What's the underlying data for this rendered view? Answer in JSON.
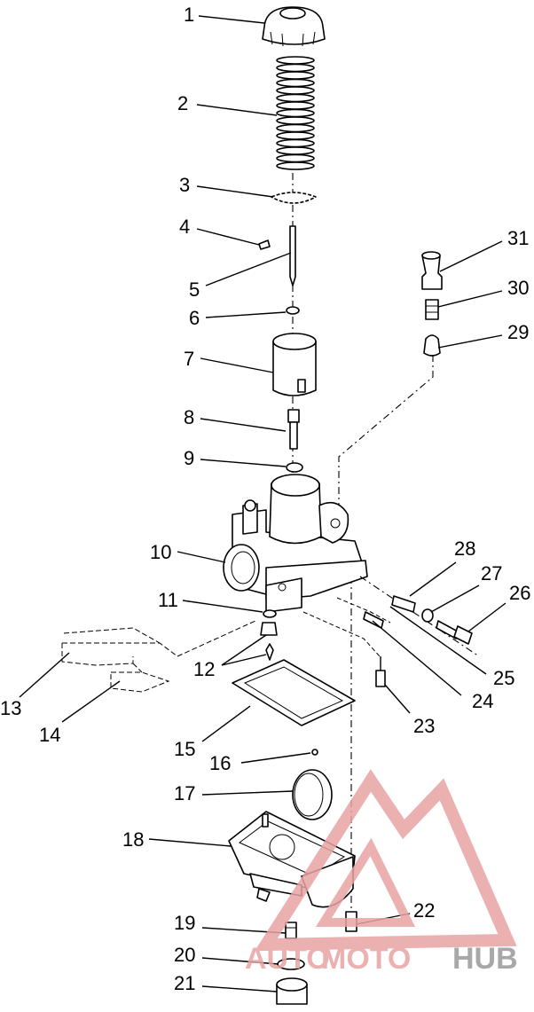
{
  "callouts": [
    {
      "n": "1"
    },
    {
      "n": "2"
    },
    {
      "n": "3"
    },
    {
      "n": "4"
    },
    {
      "n": "5"
    },
    {
      "n": "6"
    },
    {
      "n": "7"
    },
    {
      "n": "8"
    },
    {
      "n": "9"
    },
    {
      "n": "10"
    },
    {
      "n": "11"
    },
    {
      "n": "12"
    },
    {
      "n": "13"
    },
    {
      "n": "14"
    },
    {
      "n": "15"
    },
    {
      "n": "16"
    },
    {
      "n": "17"
    },
    {
      "n": "18"
    },
    {
      "n": "19"
    },
    {
      "n": "20"
    },
    {
      "n": "21"
    },
    {
      "n": "22"
    },
    {
      "n": "23"
    },
    {
      "n": "24"
    },
    {
      "n": "25"
    },
    {
      "n": "26"
    },
    {
      "n": "27"
    },
    {
      "n": "28"
    },
    {
      "n": "29"
    },
    {
      "n": "30"
    },
    {
      "n": "31"
    }
  ],
  "watermark": {
    "part1": "AUTO",
    "part2": "MOTO",
    "part3": "HUB",
    "colors": {
      "accent": "#e8a3a3",
      "dark": "#9a9a9a"
    }
  }
}
